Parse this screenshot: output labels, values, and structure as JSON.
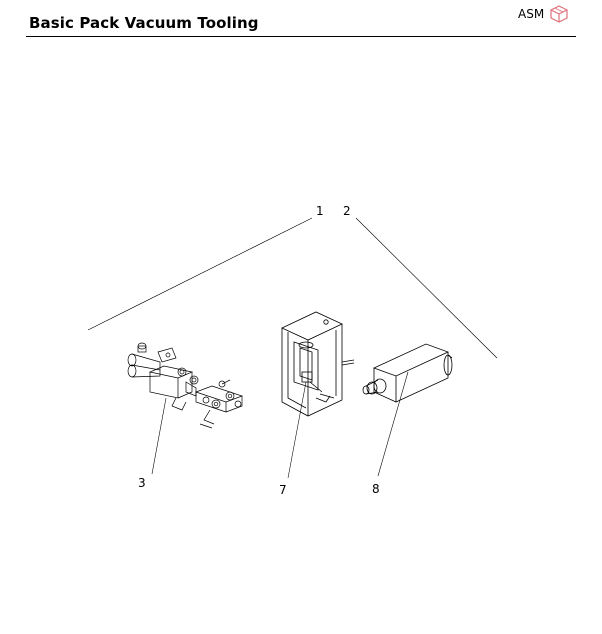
{
  "header": {
    "title": "Basic Pack Vacuum Tooling",
    "brand_text": "ASM"
  },
  "callouts": {
    "c1": "1",
    "c2": "2",
    "c3": "3",
    "c7": "7",
    "c8": "8"
  },
  "icons": {
    "brand_logo": "asm-cube-logo-icon"
  },
  "colors": {
    "rule": "#000000",
    "logo": "#e0707a"
  }
}
